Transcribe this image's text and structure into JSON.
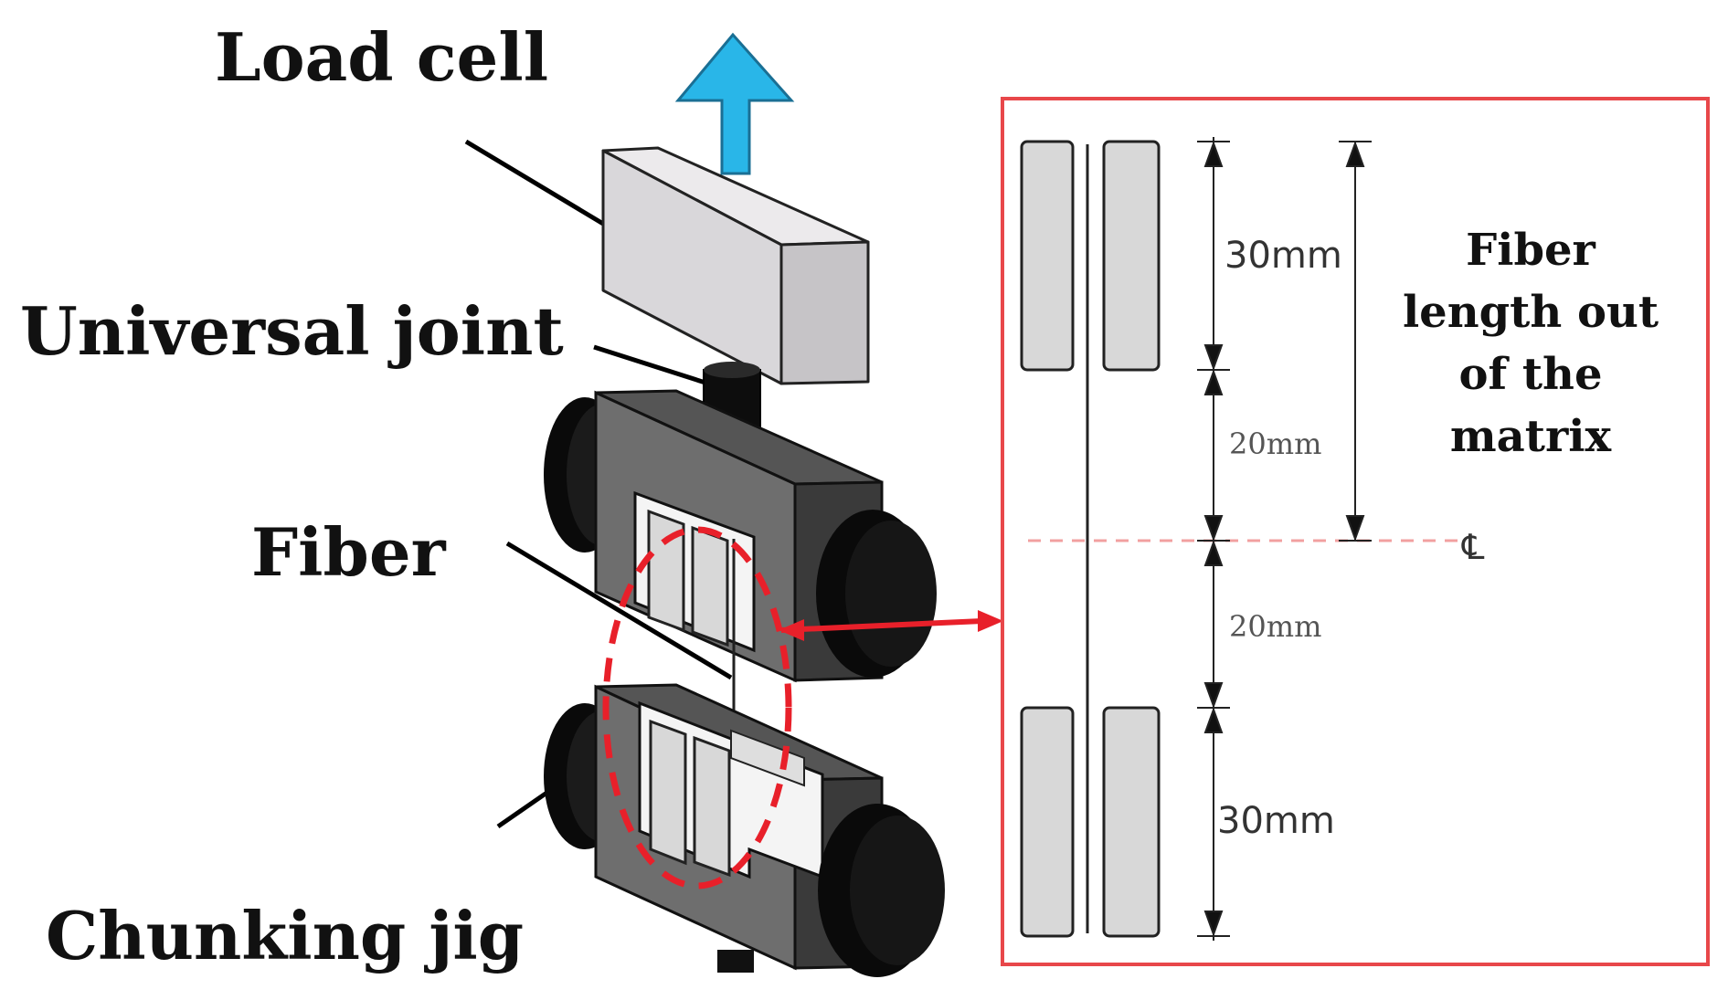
{
  "labels": {
    "load_cell": "Load cell",
    "universal_joint": "Universal joint",
    "fiber": "Fiber",
    "chunking_jig": "Chunking jig"
  },
  "detail": {
    "dim_top_grip": "30mm",
    "dim_upper_gap": "20mm",
    "dim_lower_gap": "20mm",
    "dim_bottom_grip": "30mm",
    "fiber_length_lines": [
      "Fiber",
      "length out",
      "of the",
      "matrix"
    ],
    "centerline_symbol": "℄"
  },
  "colors": {
    "arrow_up": "#29B6E8",
    "detail_frame": "#E8474A",
    "callout_arrow": "#E8202A",
    "dashed_ellipse": "#E8202A",
    "centerline": "#F2A0A0",
    "load_cell_body": "#DCDADD",
    "jig_body": "#6E6E6E",
    "roller": "#0A0A0A",
    "grip_plate": "#D8D8D8"
  }
}
